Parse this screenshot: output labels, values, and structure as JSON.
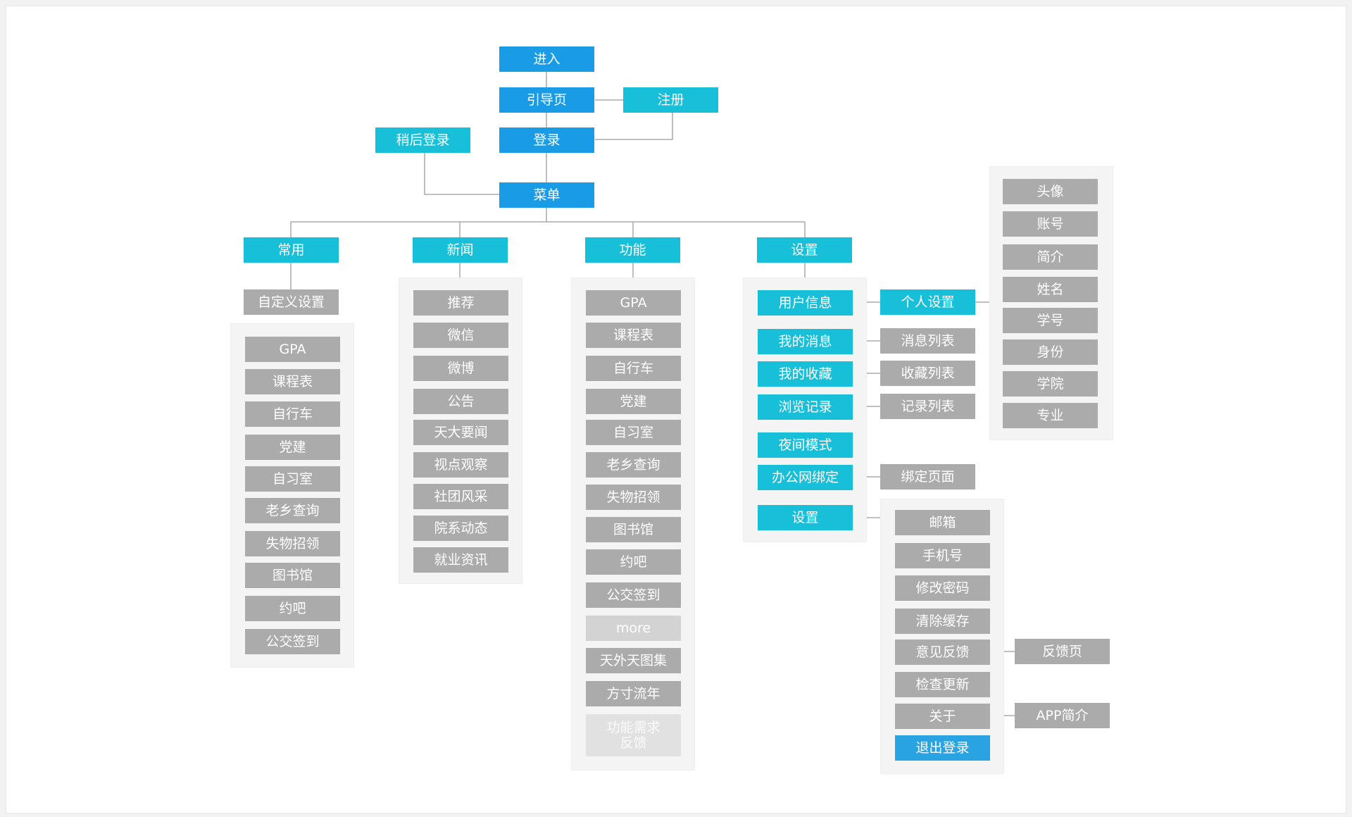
{
  "nodes": {
    "enter": "进入",
    "guide": "引导页",
    "register": "注册",
    "later_login": "稍后登录",
    "login": "登录",
    "menu": "菜单",
    "common": "常用",
    "news": "新闻",
    "functions": "功能",
    "settings": "设置",
    "custom_settings": "自定义设置",
    "user_info": "用户信息",
    "personal_settings": "个人设置",
    "my_messages": "我的消息",
    "message_list": "消息列表",
    "my_favorites": "我的收藏",
    "favorites_list": "收藏列表",
    "browse_history": "浏览记录",
    "history_list": "记录列表",
    "night_mode": "夜间模式",
    "office_bind": "办公网绑定",
    "bind_page": "绑定页面",
    "settings_sub": "设置",
    "feedback_page": "反馈页",
    "app_intro": "APP简介"
  },
  "common_items": [
    "GPA",
    "课程表",
    "自行车",
    "党建",
    "自习室",
    "老乡查询",
    "失物招领",
    "图书馆",
    "约吧",
    "公交签到"
  ],
  "news_items": [
    "推荐",
    "微信",
    "微博",
    "公告",
    "天大要闻",
    "视点观察",
    "社团风采",
    "院系动态",
    "就业资讯"
  ],
  "function_items": [
    "GPA",
    "课程表",
    "自行车",
    "党建",
    "自习室",
    "老乡查询",
    "失物招领",
    "图书馆",
    "约吧",
    "公交签到",
    "more",
    "天外天图集",
    "方寸流年",
    "功能需求反馈"
  ],
  "profile_items": [
    "头像",
    "账号",
    "简介",
    "姓名",
    "学号",
    "身份",
    "学院",
    "专业"
  ],
  "settings_items": [
    "邮箱",
    "手机号",
    "修改密码",
    "清除缓存",
    "意见反馈",
    "检查更新",
    "关于",
    "退出登录"
  ],
  "colors": {
    "blue": "#1a9be6",
    "cyan": "#17bfd9",
    "gray": "#ababab",
    "light_gray": "#d3d3d3",
    "panel": "#f4f4f4",
    "line": "#9a9a9a"
  }
}
